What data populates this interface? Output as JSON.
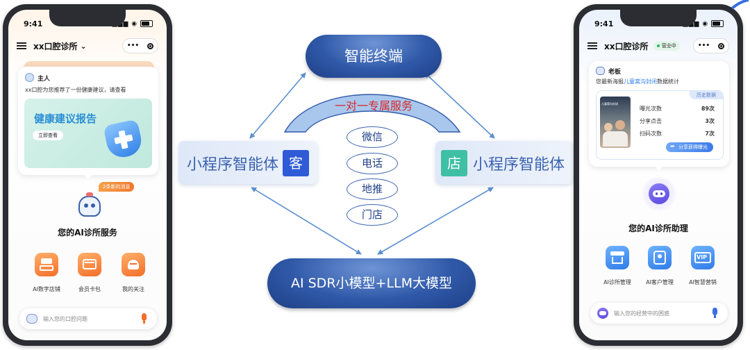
{
  "diagram": {
    "terminal": "智能终端",
    "exclusive_service": "一对一专属服务",
    "agent_left": {
      "label": "小程序智能体",
      "badge": "客",
      "badge_color": "#2f5bd6"
    },
    "agent_right": {
      "label": "小程序智能体",
      "badge": "店",
      "badge_color": "#3fbfa4"
    },
    "channels": [
      "微信",
      "电话",
      "地推",
      "门店"
    ],
    "model": "AI SDR小模型+LLM大模型",
    "arrow_color": "#5b8fd0"
  },
  "left_phone": {
    "time": "9:41",
    "title": "xx口腔诊所",
    "chevron": "⌄",
    "sender": "主人",
    "message": "xx口腔为您推荐了一份健康建议，请查看",
    "report_title": "健康建议报告",
    "report_button": "立即查看",
    "new_messages": "2条新的消息",
    "service_title": "您的AI诊所服务",
    "services": [
      "AI数字店铺",
      "会员卡包",
      "我的关注"
    ],
    "input_placeholder": "输入您的口腔问题"
  },
  "right_phone": {
    "time": "9:41",
    "title": "xx口腔诊所",
    "status_badge": "营业中",
    "sender": "老板",
    "message_prefix": "您最新海报",
    "message_highlight": "儿童窝沟封闭",
    "message_suffix": "数据统计",
    "history_tab": "历史数据",
    "poster_title": "儿童窝沟封闭",
    "stats": [
      {
        "label": "曝光次数",
        "value": "89次"
      },
      {
        "label": "分享点击",
        "value": "3次"
      },
      {
        "label": "扫码次数",
        "value": "7次"
      }
    ],
    "share_button": "分享获得曝光",
    "assistant_title": "您的AI诊所助理",
    "tools": [
      "AI诊所管理",
      "AI客户管理",
      "AI智慧营销"
    ],
    "tool_vip": "VIP",
    "input_placeholder": "输入您的经营中的困惑"
  }
}
